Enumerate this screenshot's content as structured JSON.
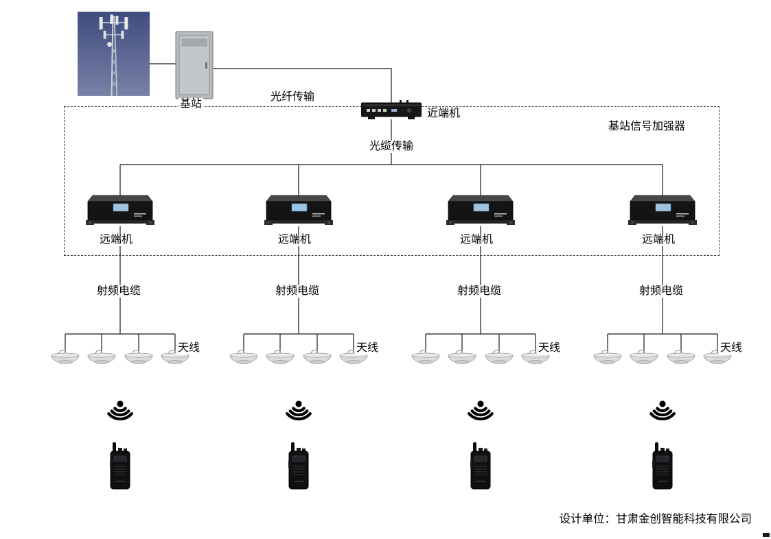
{
  "diagram": {
    "title_labels": {
      "base_station": "基站",
      "fiber_transmission": "光纤传输",
      "near_end_unit": "近端机",
      "amplifier_boundary": "基站信号加强器",
      "optical_cable_transmission": "光缆传输"
    },
    "branches": [
      {
        "remote_unit": "远端机",
        "rf_cable": "射频电缆",
        "antenna": "天线"
      },
      {
        "remote_unit": "远端机",
        "rf_cable": "射频电缆",
        "antenna": "天线"
      },
      {
        "remote_unit": "远端机",
        "rf_cable": "射频电缆",
        "antenna": "天线"
      },
      {
        "remote_unit": "远端机",
        "rf_cable": "射频电缆",
        "antenna": "天线"
      }
    ],
    "footer": "设计单位：甘肃金创智能科技有限公司",
    "colors": {
      "line": "#1a1a1a",
      "device_body": "#141414",
      "remote_panel_accent": "#9cc3e0",
      "photo_sky": "#3f4c7e"
    }
  }
}
